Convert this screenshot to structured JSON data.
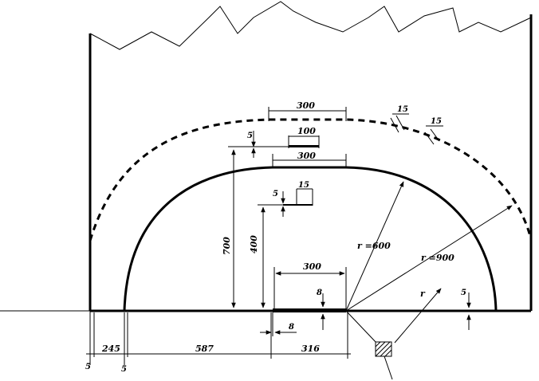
{
  "dimensions": {
    "top_width": "300",
    "inner_top": "100",
    "mid_top": "300",
    "gap_5_upper": "5",
    "gap_5_mid": "5",
    "small_15": "15",
    "height_700": "700",
    "height_400": "400",
    "base_300": "300",
    "base_8_vertical": "8",
    "base_8_horizontal": "8",
    "right_5": "5",
    "dash_15_a": "15",
    "dash_15_b": "15",
    "r_600": "r =600",
    "r_900": "r =900",
    "r": "r",
    "bottom_5_left": "5",
    "bottom_245": "245",
    "bottom_5_right": "5",
    "bottom_587": "587",
    "bottom_316": "316"
  }
}
